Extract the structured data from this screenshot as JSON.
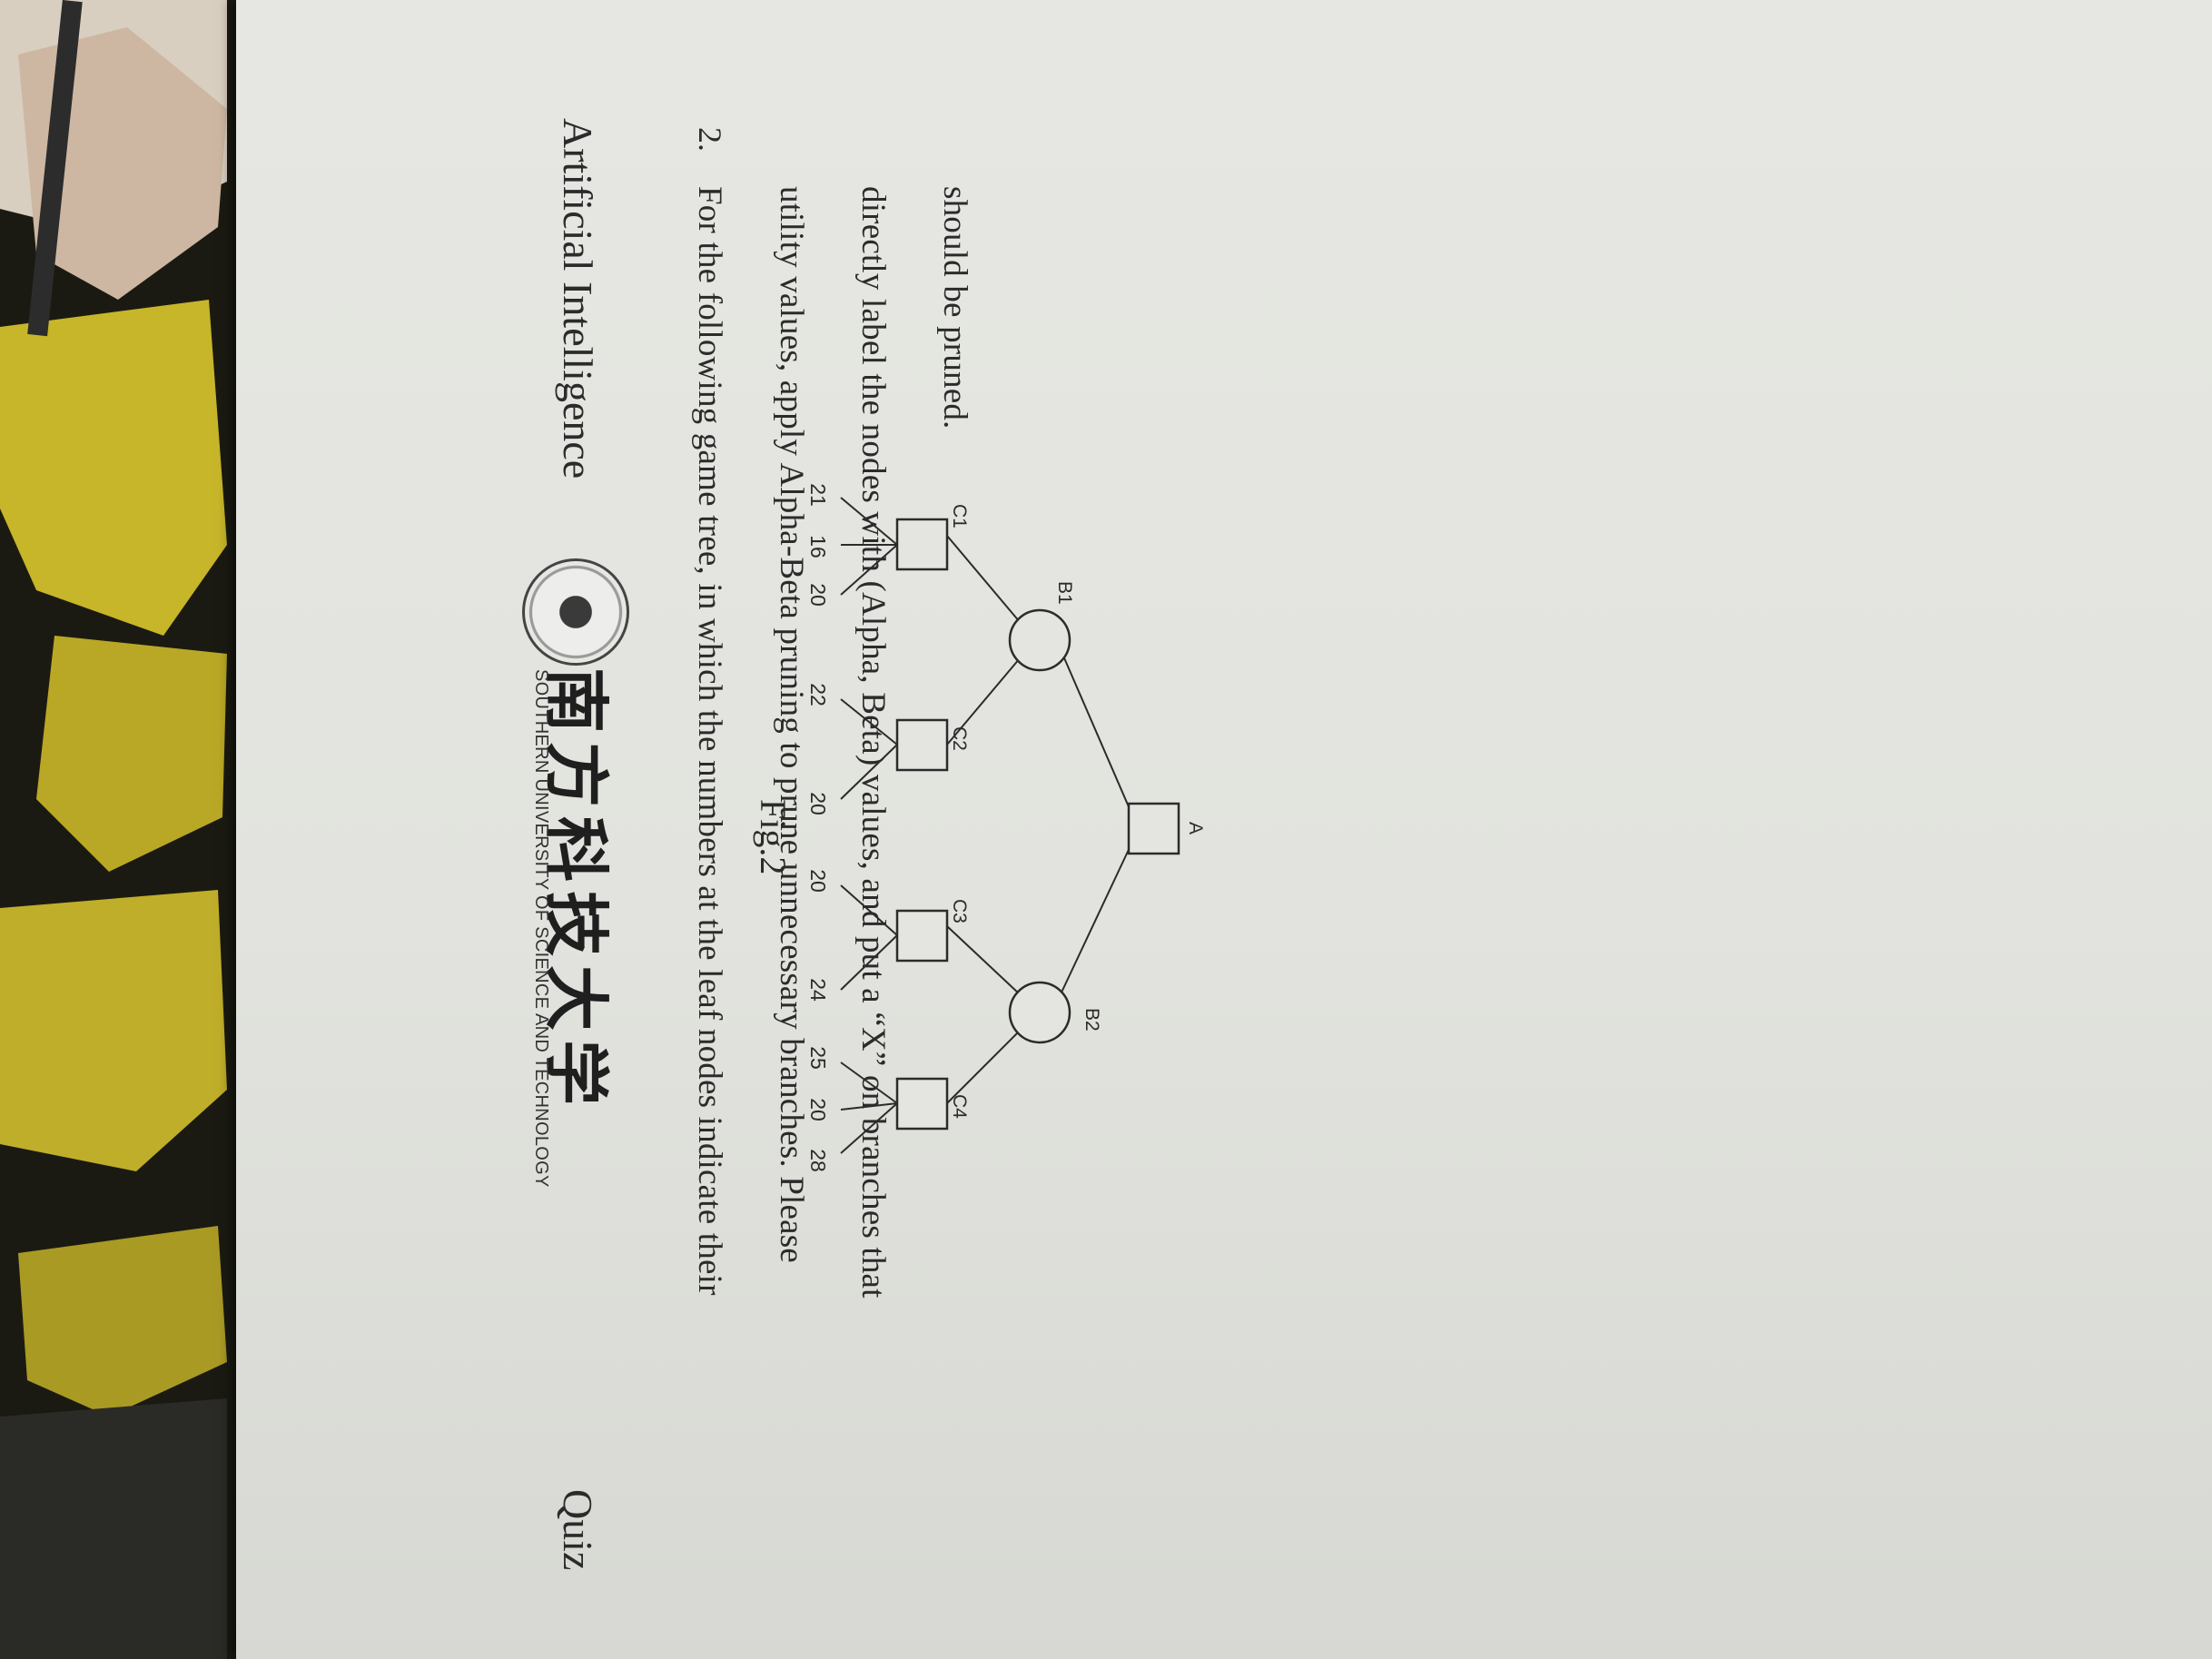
{
  "header": {
    "course": "Artificial Intelligence",
    "university_cn": "南方科技大学",
    "university_en": "SOUTHERN UNIVERSITY OF SCIENCE AND TECHNOLOGY",
    "quiz": "Quiz"
  },
  "question": {
    "number": "2.",
    "lines": [
      "For the following game tree, in which the numbers at the leaf nodes indicate their",
      "utility values, apply Alpha-Beta pruning to prune unnecessary branches. Please",
      "directly label the nodes with (Alpha, Beta) values, and put a “X” on branches that",
      "should be pruned."
    ]
  },
  "figure": {
    "caption": "Fig.2",
    "root": {
      "label": "A",
      "shape": "square"
    },
    "b_nodes": [
      {
        "label": "B1",
        "shape": "circle"
      },
      {
        "label": "B2",
        "shape": "circle"
      }
    ],
    "c_nodes": [
      {
        "label": "C1",
        "shape": "square",
        "leaves": [
          "21",
          "16",
          "20"
        ]
      },
      {
        "label": "C2",
        "shape": "square",
        "leaves": [
          "22",
          "20"
        ]
      },
      {
        "label": "C3",
        "shape": "square",
        "leaves": [
          "20",
          "24"
        ]
      },
      {
        "label": "C4",
        "shape": "square",
        "leaves": [
          "25",
          "20",
          "28"
        ]
      }
    ]
  }
}
